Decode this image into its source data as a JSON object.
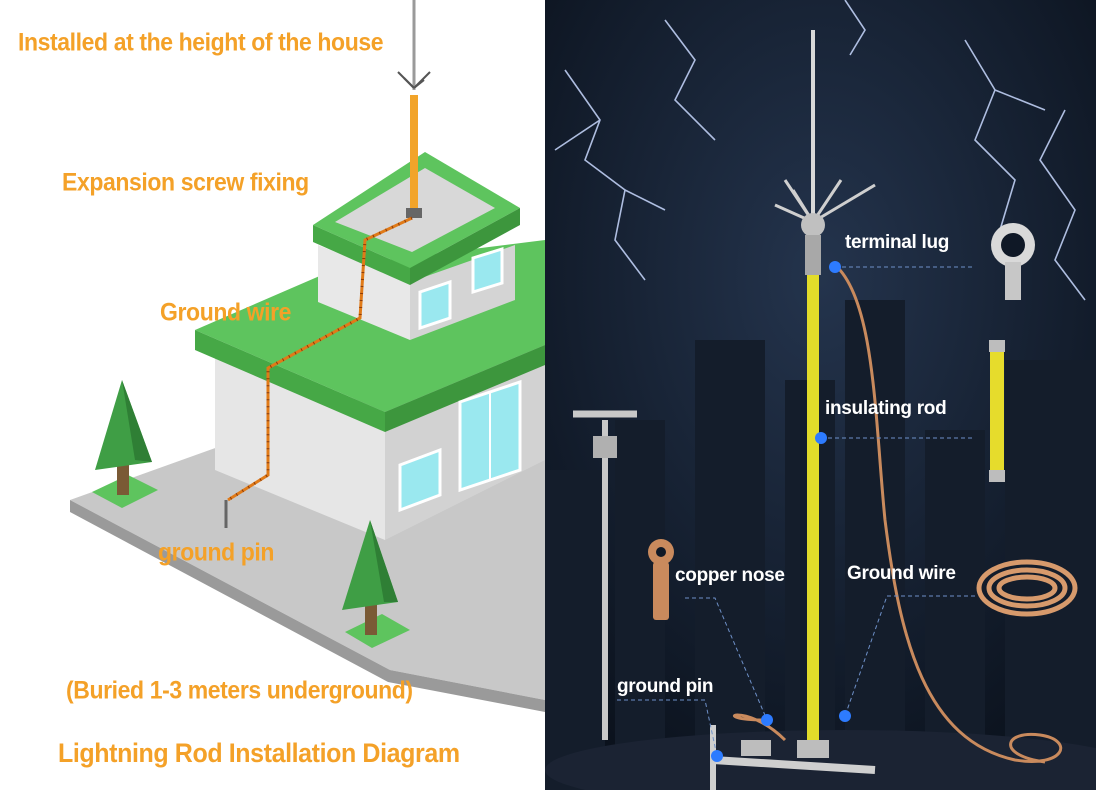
{
  "left": {
    "labels": {
      "height": "Installed at the height of the house",
      "screw": "Expansion screw fixing",
      "wire": "Ground wire",
      "pin": "ground pin",
      "buried": "(Buried 1-3 meters underground)",
      "title": "Lightning Rod Installation Diagram"
    },
    "colors": {
      "label": "#f4a128",
      "roof": "#5ec45e",
      "wall": "#e4e4e4",
      "window": "#9ae8ef",
      "wire": "#e07a18"
    }
  },
  "right": {
    "labels": {
      "terminal": "terminal lug",
      "insulating": "insulating rod",
      "copper": "copper nose",
      "ground_wire": "Ground wire",
      "ground_pin": "ground pin"
    },
    "colors": {
      "background": "#0f1826",
      "label": "#ffffff",
      "marker": "#2d7bff",
      "rod": "#e2dc2a",
      "copper": "#c98a5d"
    }
  }
}
